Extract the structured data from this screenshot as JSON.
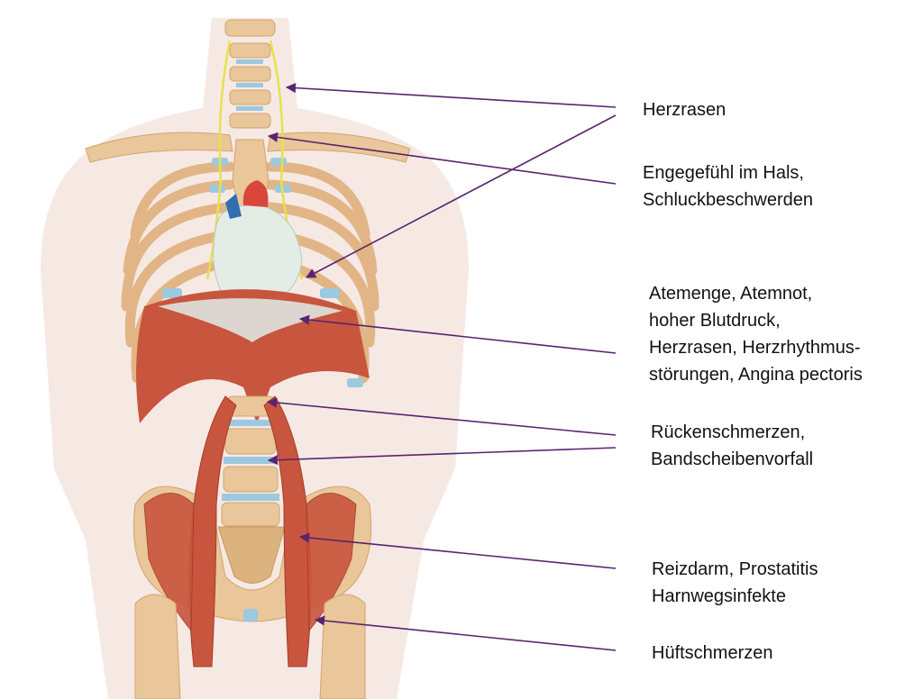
{
  "colors": {
    "arrow": "#5a2370",
    "bone": "#e9c79a",
    "bone_shade": "#d4a36c",
    "muscle": "#c8553d",
    "muscle_dark": "#a63b28",
    "cartilage": "#9cc8e0",
    "heart": "#e4ece6",
    "nerve": "#e6e24a",
    "body_silhouette": "#f6e9e4"
  },
  "labels": [
    {
      "lines": [
        "Herzrasen"
      ]
    },
    {
      "lines": [
        "Engegefühl im Hals,",
        "Schluckbeschwerden"
      ]
    },
    {
      "lines": [
        "Atemenge, Atemnot,",
        "hoher Blutdruck,",
        "Herzrasen, Herzrhythmus-",
        "störungen, Angina pectoris"
      ]
    },
    {
      "lines": [
        "Rückenschmerzen,",
        "Bandscheibenvorfall"
      ]
    },
    {
      "lines": [
        "Reizdarm, Prostatitis",
        "Harnwegsinfekte"
      ]
    },
    {
      "lines": [
        "Hüftschmerzen"
      ]
    }
  ]
}
